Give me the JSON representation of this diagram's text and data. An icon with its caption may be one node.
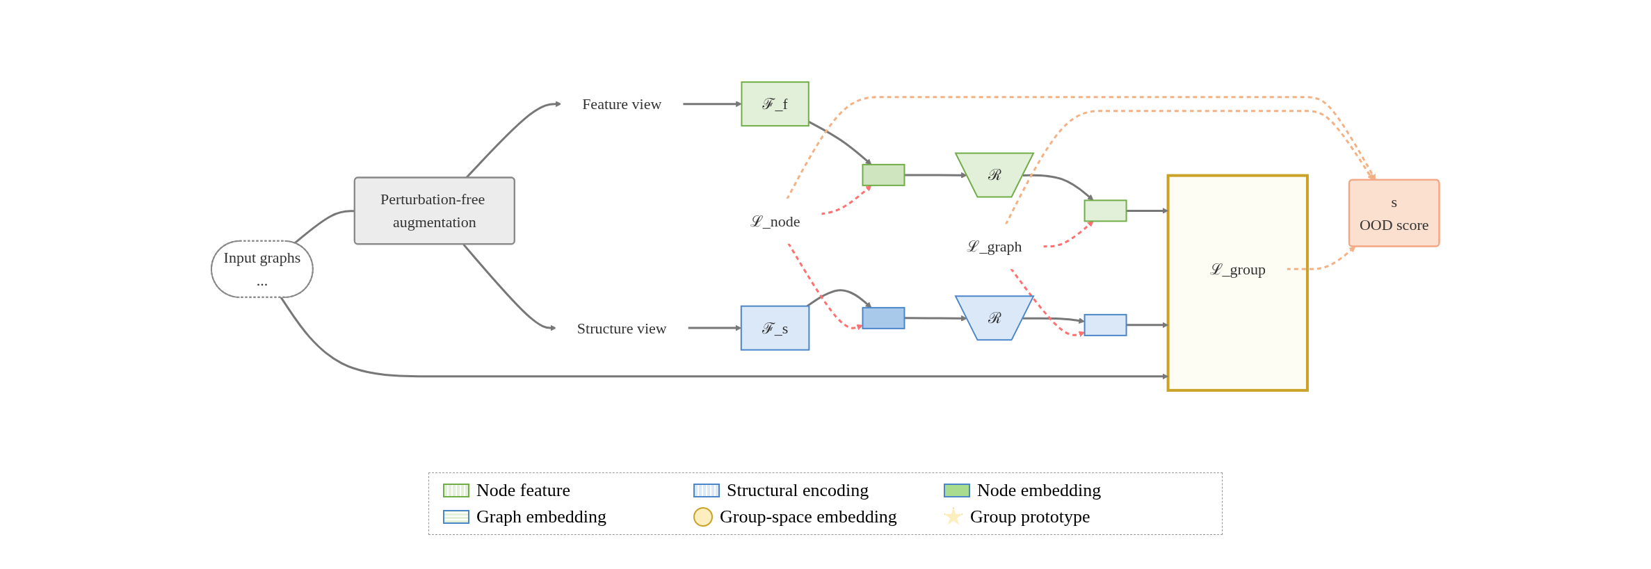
{
  "diagram": {
    "nodes": [
      {
        "text": [
          "Input graphs",
          "..."
        ]
      },
      {
        "text": [
          "Perturbation-free augmentation"
        ]
      },
      {
        "text": [
          "Feature view"
        ]
      },
      {
        "text": [
          "Structure view"
        ]
      },
      {
        "text": [
          "ℱ_f"
        ]
      },
      {
        "text": [
          "ℱ_s"
        ]
      },
      {
        "text": [],
        "shape": "box"
      },
      {
        "text": [],
        "shape": "box"
      },
      {
        "text": [
          "ℛ"
        ]
      },
      {
        "text": [
          "ℛ"
        ]
      },
      {
        "text": [],
        "shape": "box"
      },
      {
        "text": [],
        "shape": "box"
      },
      {
        "text": [],
        "shape": "box"
      },
      {
        "text": [
          "ℒ_node"
        ]
      },
      {
        "text": [
          "ℒ_graph"
        ]
      },
      {
        "text": [
          "ℒ_group"
        ],
        "in": 12
      },
      {
        "text": [
          "s",
          "OOD score"
        ]
      }
    ],
    "edges": [
      {
        "from": 0,
        "to": 1,
        "arrow": "none"
      },
      {
        "from": 1,
        "to": 2,
        "arrow": "to"
      },
      {
        "from": 1,
        "to": 3,
        "arrow": "to"
      },
      {
        "from": 2,
        "to": 4,
        "arrow": "to"
      },
      {
        "from": 3,
        "to": 5,
        "arrow": "to"
      },
      {
        "from": 4,
        "to": 6,
        "arrow": "to"
      },
      {
        "from": 5,
        "to": 7,
        "arrow": "to"
      },
      {
        "from": 6,
        "to": 8,
        "arrow": "to"
      },
      {
        "from": 7,
        "to": 9,
        "arrow": "to"
      },
      {
        "from": 8,
        "to": 10,
        "arrow": "to"
      },
      {
        "from": 9,
        "to": 11,
        "arrow": "to"
      },
      {
        "from": 13,
        "to": 6,
        "arrow": "to",
        "style": "dashed",
        "color": "#ff7070"
      },
      {
        "from": 13,
        "to": 7,
        "arrow": "to",
        "style": "dashed",
        "color": "#ff7070"
      },
      {
        "from": 14,
        "to": 10,
        "arrow": "to",
        "style": "dashed",
        "color": "#ff7070"
      },
      {
        "from": 14,
        "to": 11,
        "arrow": "to",
        "style": "dashed",
        "color": "#ff7070"
      },
      {
        "from": 10,
        "to": 12,
        "arrow": "to"
      },
      {
        "from": 11,
        "to": 12,
        "arrow": "to"
      },
      {
        "from": 0,
        "to": 12,
        "arrow": "to"
      },
      {
        "from": 13,
        "to": 16,
        "arrow": "to",
        "style": "dashed",
        "color": "#f4b183"
      },
      {
        "from": 14,
        "to": 16,
        "arrow": "to",
        "style": "dashed",
        "color": "#f4b183"
      },
      {
        "from": 15,
        "to": 16,
        "arrow": "to",
        "style": "dashed",
        "color": "#f4b183"
      }
    ],
    "legend": [
      {
        "text": "Node feature"
      },
      {
        "text": "Structural encoding"
      },
      {
        "text": "Node embedding"
      },
      {
        "text": "Graph embedding"
      },
      {
        "text": "Group-space embedding"
      },
      {
        "text": "Group prototype"
      }
    ]
  }
}
